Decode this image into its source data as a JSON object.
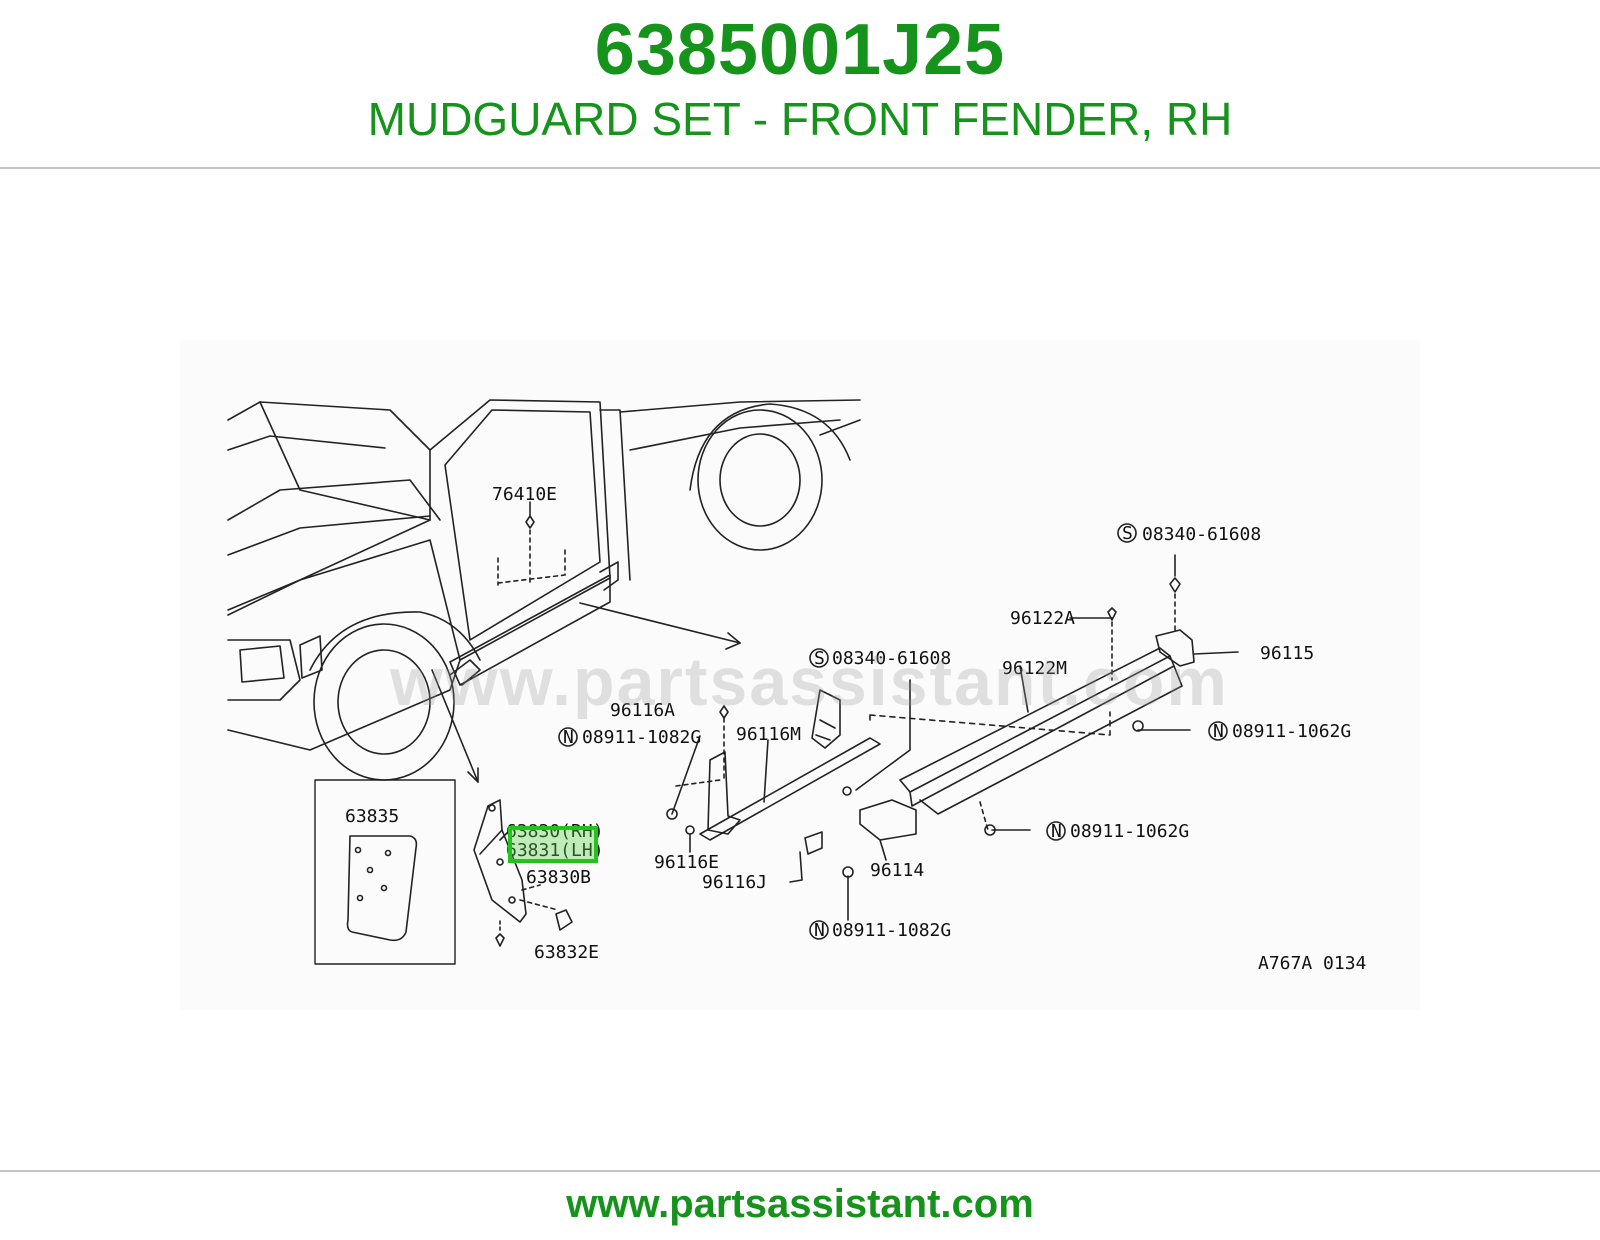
{
  "header": {
    "part_number": "6385001J25",
    "description": "MUDGUARD SET - FRONT FENDER, RH"
  },
  "diagram": {
    "watermark": "www.partsassistant.com",
    "figure_code": "A767A 0134",
    "highlighted_label": "63830",
    "callouts": {
      "c76410E": "76410E",
      "c08340_top": "08340-61608",
      "c96122A": "96122A",
      "c96115": "96115",
      "c08340_mid": "08340-61608",
      "c96122M": "96122M",
      "c96116A": "96116A",
      "c08911_1082G_a": "08911-1082G",
      "c96116M": "96116M",
      "c08911_1062G_a": "08911-1062G",
      "c08911_1062G_b": "08911-1062G",
      "c63835": "63835",
      "c63830_rh": "63830(RH)",
      "c63831_lh": "63831(LH)",
      "c63830B": "63830B",
      "c63832E": "63832E",
      "c96116E": "96116E",
      "c96116J": "96116J",
      "c96114": "96114",
      "c08911_1082G_b": "08911-1082G"
    },
    "prefix_symbols": {
      "s": "S",
      "n": "N"
    }
  },
  "footer": {
    "url": "www.partsassistant.com"
  },
  "colors": {
    "brand_green": "#16931a",
    "highlight_green": "#22c41c",
    "rule_gray": "#c4c4c4"
  }
}
